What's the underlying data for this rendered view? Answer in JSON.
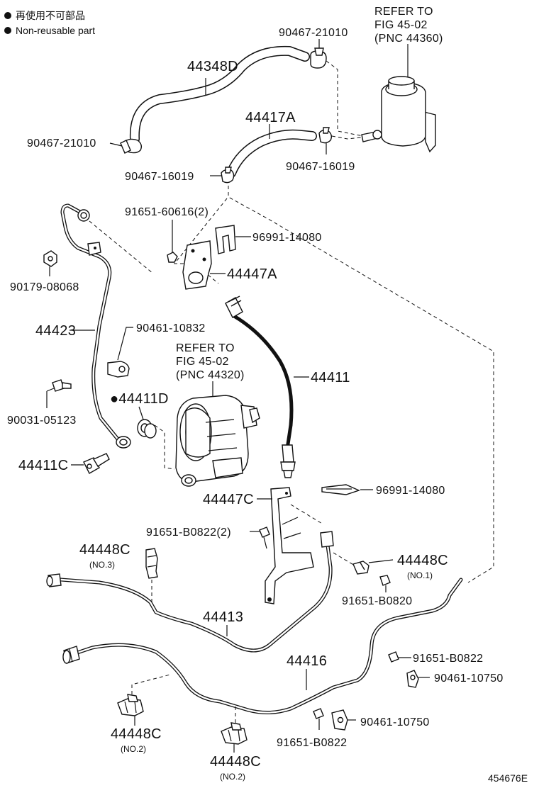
{
  "legend": {
    "items": [
      {
        "symbol": "●",
        "text": "再使用不可部品"
      },
      {
        "symbol": "●",
        "text": "Non-reusable part"
      }
    ]
  },
  "references": {
    "reservoir": {
      "line1": "REFER TO",
      "line2": "FIG 45-02",
      "line3": "(PNC 44360)"
    },
    "pump": {
      "line1": "REFER TO",
      "line2": "FIG 45-02",
      "line3": "(PNC 44320)"
    }
  },
  "parts": {
    "clamp_top": "90467-21010",
    "hose_44348D": "44348D",
    "clamp_left": "90467-21010",
    "hose_44417A": "44417A",
    "clamp_16019_left": "90467-16019",
    "clamp_16019_right": "90467-16019",
    "bolt_60616": "91651-60616(2)",
    "plate_14080_top": "96991-14080",
    "bracket_44447A": "44447A",
    "bolt_08068": "90179-08068",
    "pipe_44423": "44423",
    "clamp_10832": "90461-10832",
    "hose_44411": "44411",
    "gasket_44411D": "●44411D",
    "bolt_05123": "90031-05123",
    "union_44411C": "44411C",
    "bracket_44447C": "44447C",
    "plate_14080_mid": "96991-14080",
    "bolt_B0822_2": "91651-B0822(2)",
    "clamp_44448C_no3": "44448C",
    "clamp_44448C_no3_sub": "(NO.3)",
    "clamp_44448C_no1": "44448C",
    "clamp_44448C_no1_sub": "(NO.1)",
    "bolt_B0820": "91651-B0820",
    "pipe_44413": "44413",
    "pipe_44416": "44416",
    "bolt_B0822_right": "91651-B0822",
    "clamp_10750_right": "90461-10750",
    "clamp_10750_bottom": "90461-10750",
    "bolt_B0822_bottom": "91651-B0822",
    "clamp_44448C_no2_left": "44448C",
    "clamp_44448C_no2_left_sub": "(NO.2)",
    "clamp_44448C_no2_mid": "44448C",
    "clamp_44448C_no2_mid_sub": "(NO.2)"
  },
  "figure_id": "454676E"
}
